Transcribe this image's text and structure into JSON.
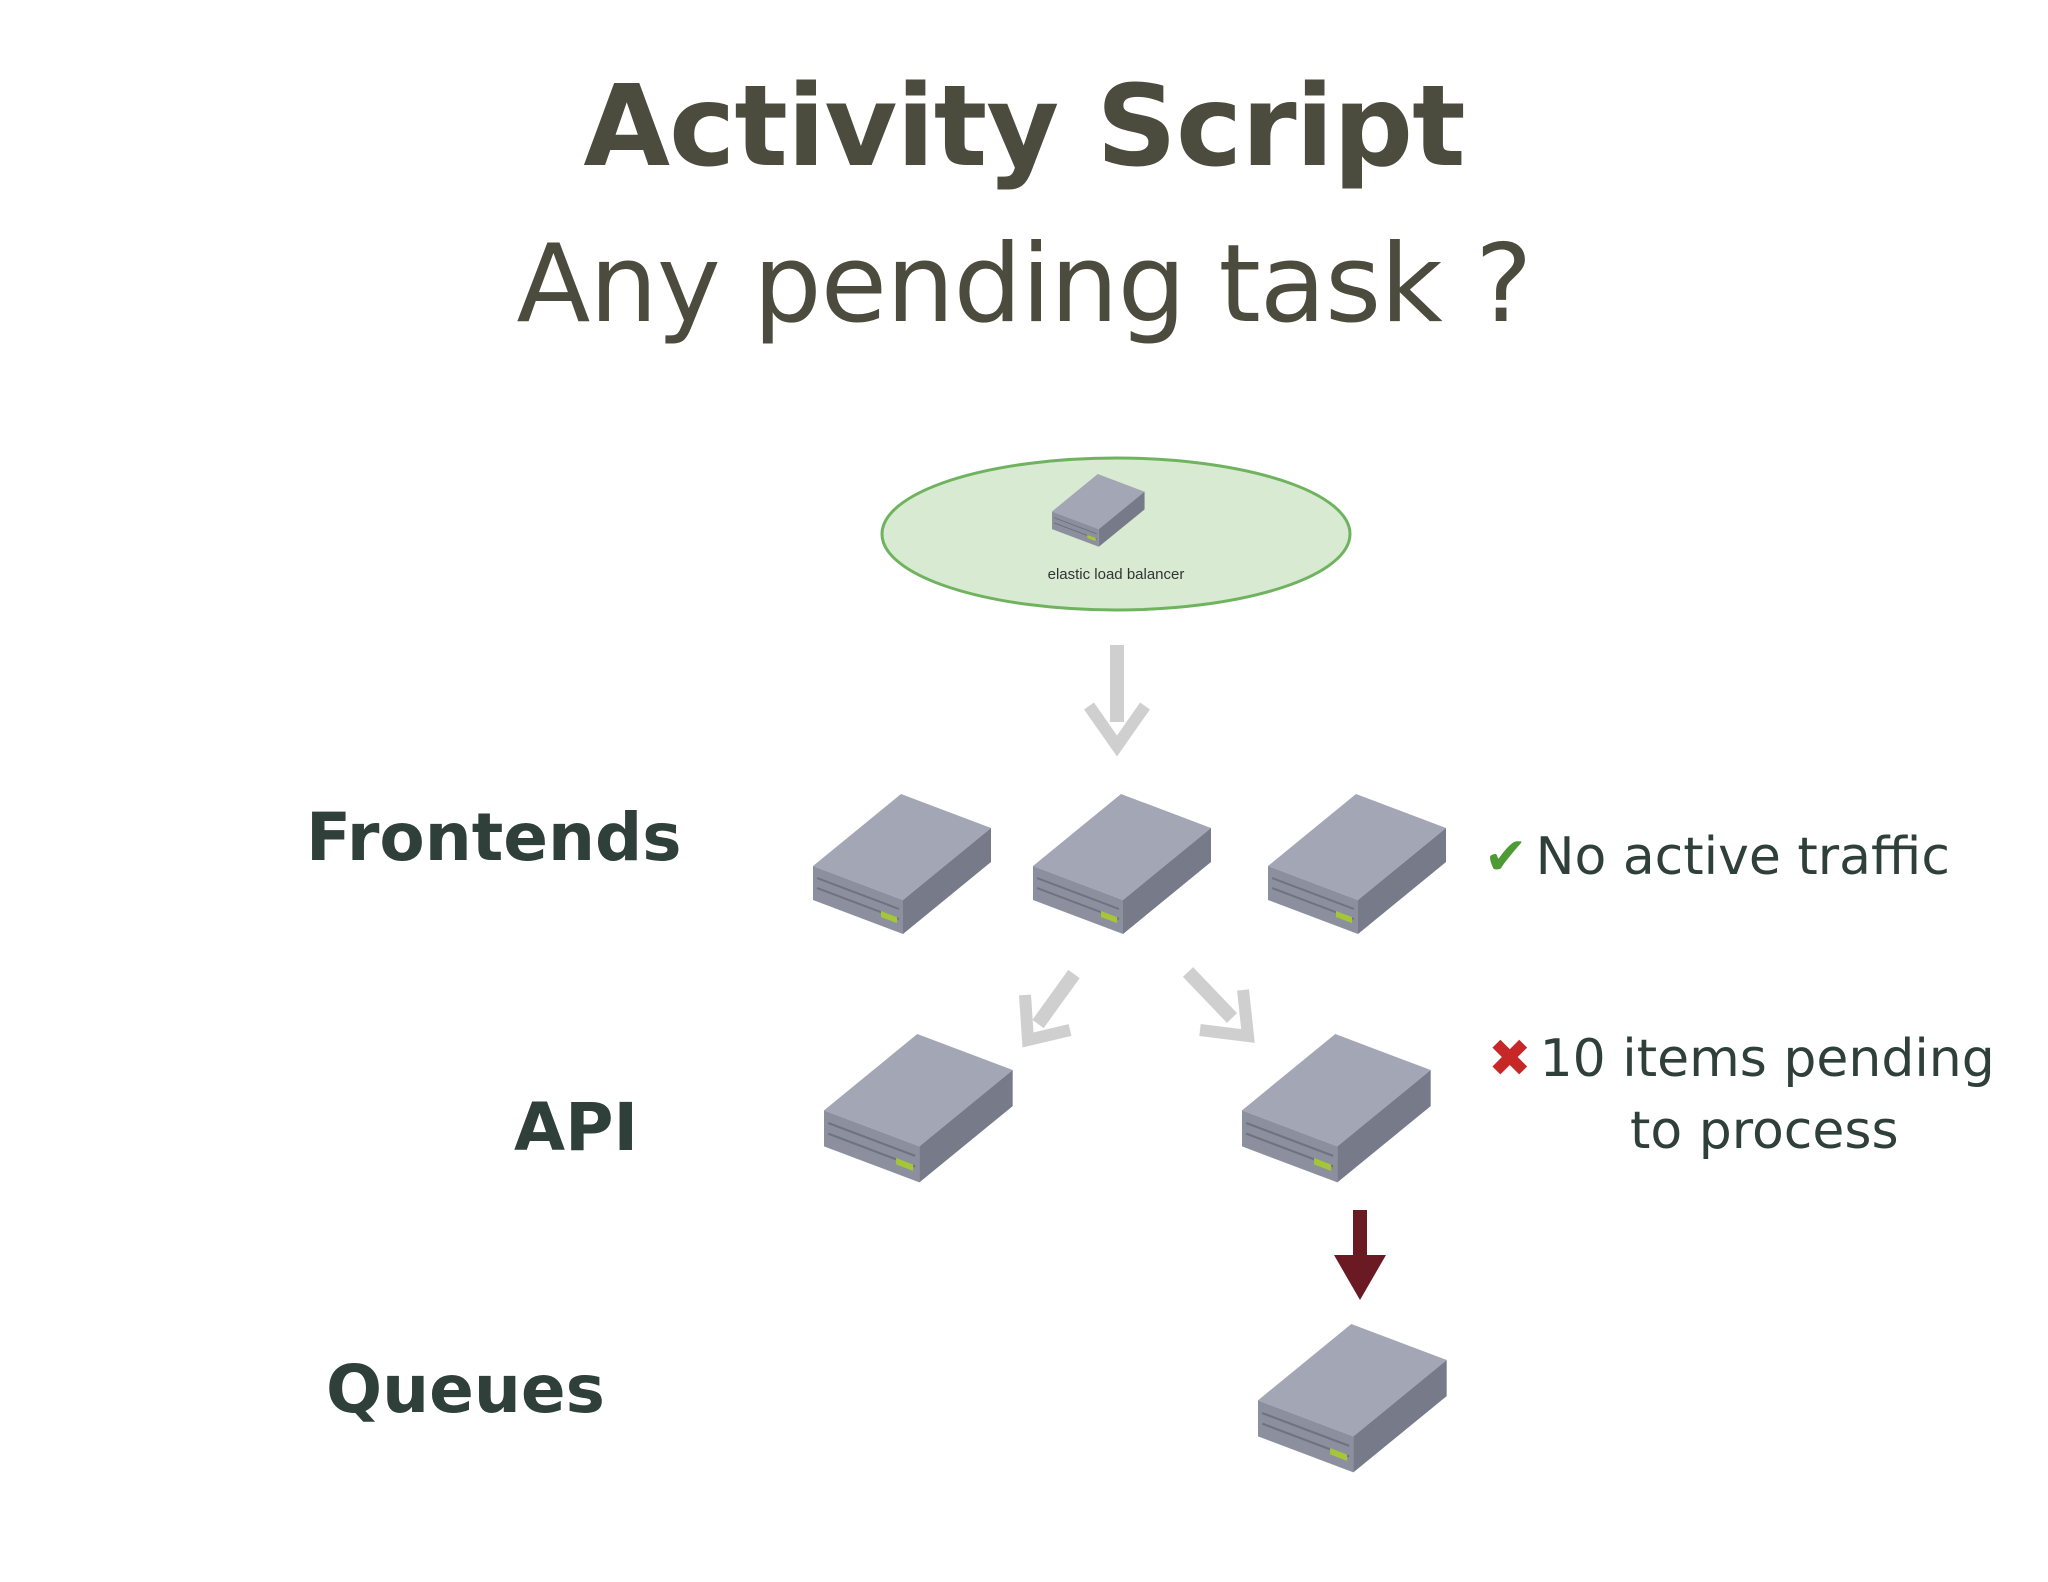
{
  "title": "Activity Script",
  "subtitle": "Any pending task ?",
  "load_balancer": {
    "label": "elastic load balancer",
    "fill_color": "#d9ead3",
    "stroke_color": "#6fb35f"
  },
  "rows": {
    "frontends": "Frontends",
    "api": "API",
    "queues": "Queues"
  },
  "statuses": {
    "frontends": {
      "icon": "check-icon",
      "mark": "✔",
      "mark_color": "#4e9a34",
      "text": "No active traffic"
    },
    "api": {
      "icon": "cross-icon",
      "mark": "✖",
      "mark_color": "#c62828",
      "line1": "10 items pending",
      "line2": "to process"
    }
  },
  "colors": {
    "arrow_gray": "#cfcfcf",
    "arrow_dark_red": "#6b1a24",
    "server_top": "#a3a6b4",
    "server_left": "#8a8d9c",
    "server_right": "#7b7e8d",
    "server_led": "#a6c63a"
  }
}
